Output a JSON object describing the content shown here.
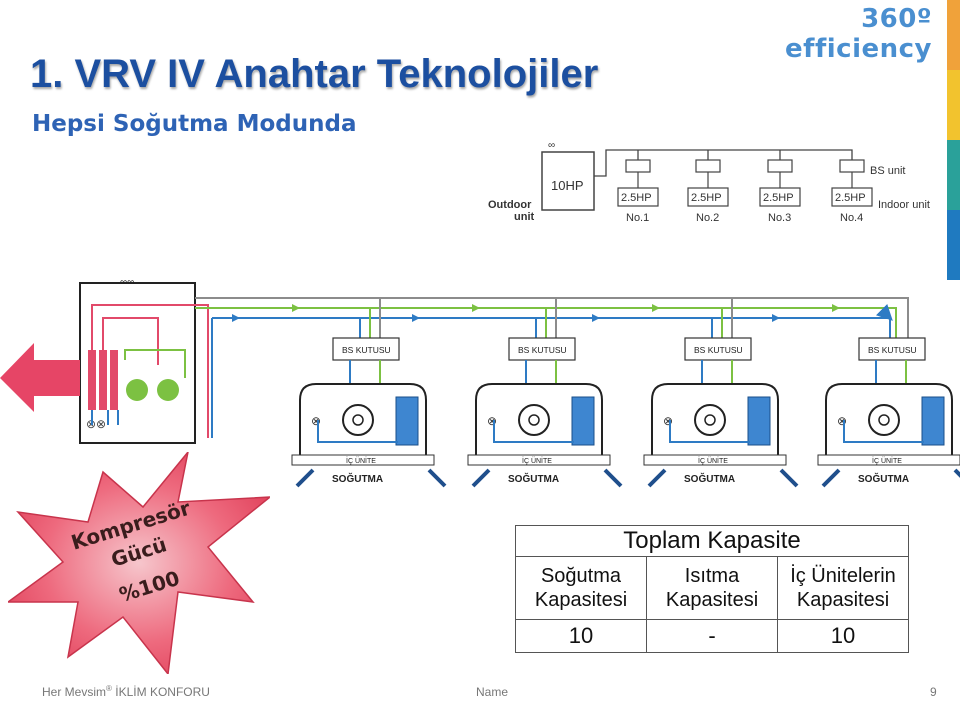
{
  "brand": "360º efficiency",
  "title": "1. VRV IV Anahtar Teknolojiler",
  "subtitle": "Hepsi Soğutma Modunda",
  "accent_colors": {
    "orange": "#f0a23a",
    "gold": "#f2c32e",
    "teal": "#2aa19a",
    "blue": "#1f7ac0",
    "callout": "#ea4a62",
    "arrow": "#e64566",
    "pipe_red": "#e24a6a",
    "pipe_green": "#7cc142",
    "pipe_blue": "#2e7bc4",
    "pipe_gray": "#8c8c8c"
  },
  "schematic": {
    "outdoor_label_1": "Outdoor",
    "outdoor_label_2": "unit",
    "outdoor_capacity": "10HP",
    "bs_unit_label": "BS unit",
    "indoor_unit_label": "Indoor unit",
    "units": [
      {
        "capacity": "2.5HP",
        "number": "No.1"
      },
      {
        "capacity": "2.5HP",
        "number": "No.2"
      },
      {
        "capacity": "2.5HP",
        "number": "No.3"
      },
      {
        "capacity": "2.5HP",
        "number": "No.4"
      }
    ]
  },
  "system": {
    "bs_box_label": "BS KUTUSU",
    "indoor_label": "İÇ ÜNİTE",
    "mode_label": "SOĞUTMA"
  },
  "callout": {
    "line1": "Kompresör",
    "line2": "Gücü",
    "line3": "%100"
  },
  "capacity_table": {
    "title": "Toplam Kapasite",
    "headers": [
      "Soğutma Kapasitesi",
      "Isıtma Kapasitesi",
      "İç Ünitelerin Kapasitesi"
    ],
    "values": [
      "10",
      "-",
      "10"
    ]
  },
  "footer": {
    "left": "Her Mevsim",
    "left_mark": "®",
    "left_rest": "İKLİM KONFORU",
    "middle": "Name",
    "page": "9"
  }
}
